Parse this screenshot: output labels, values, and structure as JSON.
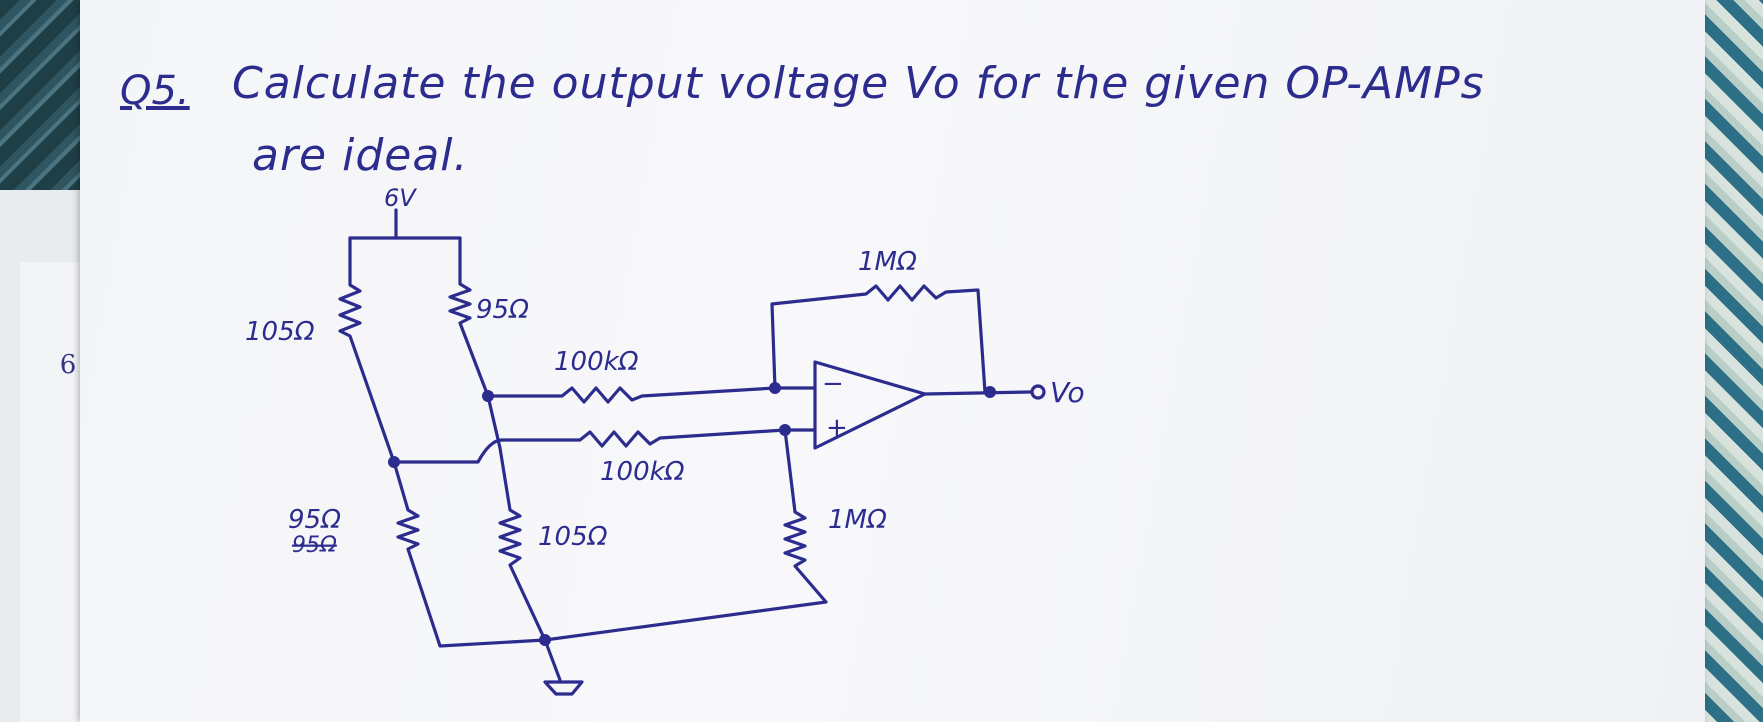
{
  "question": {
    "number": "Q5.",
    "line1": "Calculate the output voltage Vo for the given OP-AMPs",
    "line2": "are ideal."
  },
  "circuit": {
    "supply": "6V",
    "r_top_left": "105Ω",
    "r_top_right": "95Ω",
    "r_bottom_left": "95Ω",
    "r_bottom_left_crossed": "95Ω",
    "r_bottom_right": "105Ω",
    "r_input_inverting": "100kΩ",
    "r_input_noninverting": "100kΩ",
    "r_feedback": "1MΩ",
    "r_ground": "1MΩ",
    "opamp_minus": "−",
    "opamp_plus": "+",
    "output_label": "Vo"
  },
  "margin_mark": "6",
  "colors": {
    "ink": "#2c2c8f",
    "paper": "#f6f7f9"
  }
}
